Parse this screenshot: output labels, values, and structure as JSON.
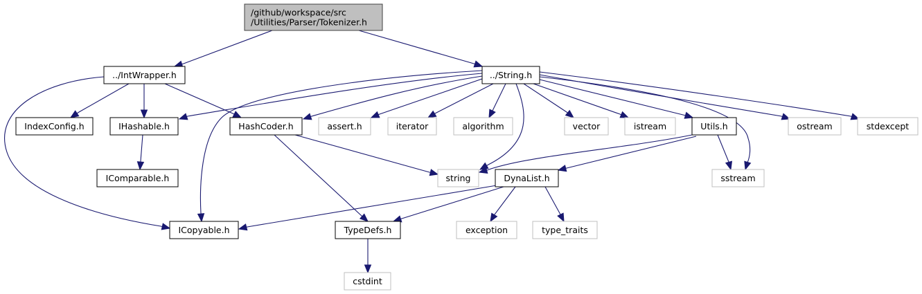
{
  "diagram": {
    "type": "include-dependency-graph",
    "colors": {
      "edge": "#191970",
      "root_fill": "#bfbfbf",
      "root_border": "#404040",
      "project_border": "#000000",
      "system_border": "#bfbfbf",
      "node_fill": "#ffffff"
    },
    "nodes": [
      {
        "id": "tokenizer",
        "lines": [
          "/github/workspace/src",
          "/Utilities/Parser/Tokenizer.h"
        ],
        "kind": "root"
      },
      {
        "id": "intwrapper",
        "lines": [
          "../IntWrapper.h"
        ],
        "kind": "project"
      },
      {
        "id": "string_h",
        "lines": [
          "../String.h"
        ],
        "kind": "project"
      },
      {
        "id": "indexconfig",
        "lines": [
          "IndexConfig.h"
        ],
        "kind": "project"
      },
      {
        "id": "ihashable",
        "lines": [
          "IHashable.h"
        ],
        "kind": "project"
      },
      {
        "id": "hashcoder",
        "lines": [
          "HashCoder.h"
        ],
        "kind": "project"
      },
      {
        "id": "assert",
        "lines": [
          "assert.h"
        ],
        "kind": "system"
      },
      {
        "id": "iterator",
        "lines": [
          "iterator"
        ],
        "kind": "system"
      },
      {
        "id": "algorithm",
        "lines": [
          "algorithm"
        ],
        "kind": "system"
      },
      {
        "id": "vector",
        "lines": [
          "vector"
        ],
        "kind": "system"
      },
      {
        "id": "istream",
        "lines": [
          "istream"
        ],
        "kind": "system"
      },
      {
        "id": "utils",
        "lines": [
          "Utils.h"
        ],
        "kind": "project"
      },
      {
        "id": "ostream",
        "lines": [
          "ostream"
        ],
        "kind": "system"
      },
      {
        "id": "stdexcept",
        "lines": [
          "stdexcept"
        ],
        "kind": "system"
      },
      {
        "id": "icomparable",
        "lines": [
          "IComparable.h"
        ],
        "kind": "project"
      },
      {
        "id": "string",
        "lines": [
          "string"
        ],
        "kind": "system"
      },
      {
        "id": "dynalist",
        "lines": [
          "DynaList.h"
        ],
        "kind": "project"
      },
      {
        "id": "sstream",
        "lines": [
          "sstream"
        ],
        "kind": "system"
      },
      {
        "id": "icopyable",
        "lines": [
          "ICopyable.h"
        ],
        "kind": "project"
      },
      {
        "id": "typedefs",
        "lines": [
          "TypeDefs.h"
        ],
        "kind": "project"
      },
      {
        "id": "exception",
        "lines": [
          "exception"
        ],
        "kind": "system"
      },
      {
        "id": "type_traits",
        "lines": [
          "type_traits"
        ],
        "kind": "system"
      },
      {
        "id": "cstdint",
        "lines": [
          "cstdint"
        ],
        "kind": "system"
      }
    ],
    "edges": [
      {
        "from": "tokenizer",
        "to": "intwrapper"
      },
      {
        "from": "tokenizer",
        "to": "string_h"
      },
      {
        "from": "intwrapper",
        "to": "indexconfig"
      },
      {
        "from": "intwrapper",
        "to": "ihashable"
      },
      {
        "from": "intwrapper",
        "to": "hashcoder"
      },
      {
        "from": "intwrapper",
        "to": "icopyable"
      },
      {
        "from": "string_h",
        "to": "ihashable"
      },
      {
        "from": "string_h",
        "to": "hashcoder"
      },
      {
        "from": "string_h",
        "to": "icopyable"
      },
      {
        "from": "string_h",
        "to": "assert"
      },
      {
        "from": "string_h",
        "to": "iterator"
      },
      {
        "from": "string_h",
        "to": "algorithm"
      },
      {
        "from": "string_h",
        "to": "string"
      },
      {
        "from": "string_h",
        "to": "vector"
      },
      {
        "from": "string_h",
        "to": "istream"
      },
      {
        "from": "string_h",
        "to": "utils"
      },
      {
        "from": "string_h",
        "to": "sstream"
      },
      {
        "from": "string_h",
        "to": "ostream"
      },
      {
        "from": "string_h",
        "to": "stdexcept"
      },
      {
        "from": "ihashable",
        "to": "icomparable"
      },
      {
        "from": "hashcoder",
        "to": "string"
      },
      {
        "from": "hashcoder",
        "to": "typedefs"
      },
      {
        "from": "utils",
        "to": "string"
      },
      {
        "from": "utils",
        "to": "dynalist"
      },
      {
        "from": "utils",
        "to": "sstream"
      },
      {
        "from": "dynalist",
        "to": "icopyable"
      },
      {
        "from": "dynalist",
        "to": "typedefs"
      },
      {
        "from": "dynalist",
        "to": "exception"
      },
      {
        "from": "dynalist",
        "to": "type_traits"
      },
      {
        "from": "typedefs",
        "to": "cstdint"
      }
    ]
  }
}
